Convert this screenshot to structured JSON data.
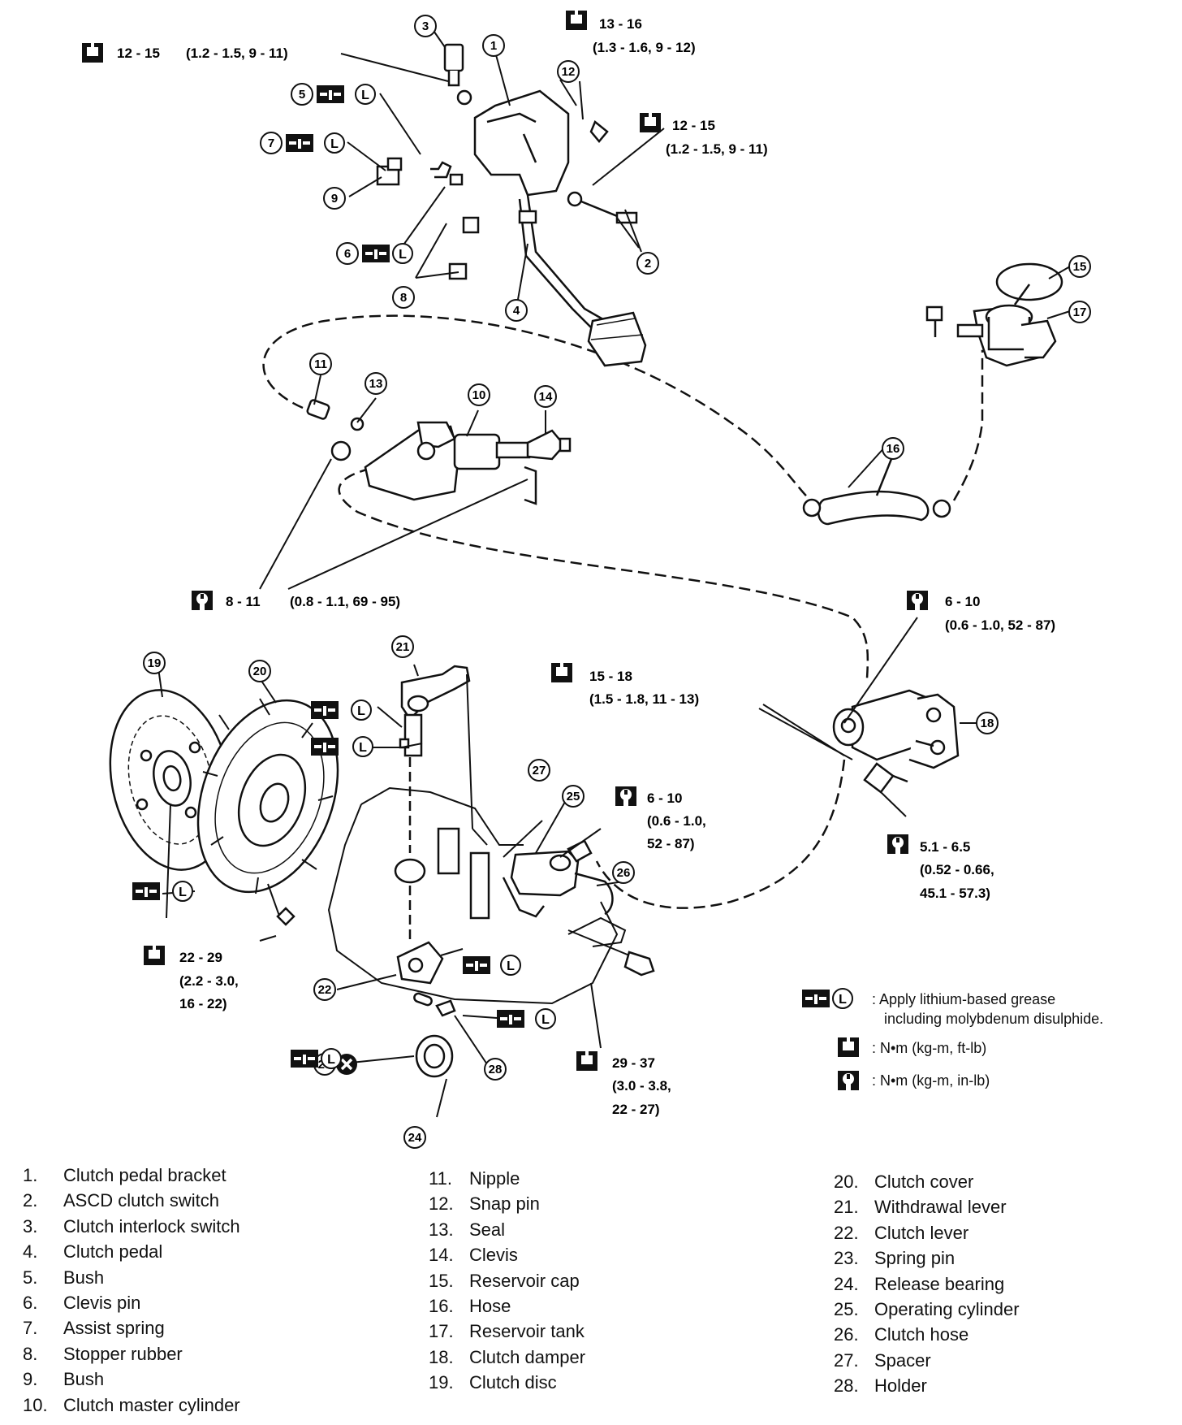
{
  "callouts": [
    "1",
    "2",
    "3",
    "4",
    "5",
    "6",
    "7",
    "8",
    "9",
    "10",
    "11",
    "12",
    "13",
    "14",
    "15",
    "16",
    "17",
    "18",
    "19",
    "20",
    "21",
    "22",
    "23",
    "24",
    "25",
    "26",
    "27",
    "28"
  ],
  "grease_letter": "L",
  "torque_specs": [
    {
      "range": "12 - 15",
      "line2": "(1.2 - 1.5, 9 - 11)",
      "line3": ""
    },
    {
      "range": "13 - 16",
      "line2": "(1.3 - 1.6, 9 - 12)",
      "line3": ""
    },
    {
      "range": "12 - 15",
      "line2": "(1.2 - 1.5, 9 - 11)",
      "line3": ""
    },
    {
      "range": "8 - 11",
      "line2": "(0.8 - 1.1, 69 - 95)",
      "line3": ""
    },
    {
      "range": "6 - 10",
      "line2": "(0.6 - 1.0, 52 - 87)",
      "line3": ""
    },
    {
      "range": "15 - 18",
      "line2": "(1.5 - 1.8, 11 - 13)",
      "line3": ""
    },
    {
      "range": "6 - 10",
      "line2": "(0.6 - 1.0,",
      "line3": "52 - 87)"
    },
    {
      "range": "5.1 - 6.5",
      "line2": "(0.52 - 0.66,",
      "line3": "45.1 - 57.3)"
    },
    {
      "range": "22 - 29",
      "line2": "(2.2 - 3.0,",
      "line3": "16 - 22)"
    },
    {
      "range": "29 - 37",
      "line2": "(3.0 - 3.8,",
      "line3": "22 - 27)"
    }
  ],
  "key": {
    "grease_line1": ": Apply lithium-based grease",
    "grease_line2": "including molybdenum disulphide.",
    "torque_a": ": N•m (kg-m, ft-lb)",
    "torque_b": ": N•m (kg-m, in-lb)"
  },
  "parts": [
    {
      "num": "1.",
      "name": "Clutch pedal bracket"
    },
    {
      "num": "2.",
      "name": "ASCD clutch switch"
    },
    {
      "num": "3.",
      "name": "Clutch interlock switch"
    },
    {
      "num": "4.",
      "name": "Clutch pedal"
    },
    {
      "num": "5.",
      "name": "Bush"
    },
    {
      "num": "6.",
      "name": "Clevis pin"
    },
    {
      "num": "7.",
      "name": "Assist spring"
    },
    {
      "num": "8.",
      "name": "Stopper rubber"
    },
    {
      "num": "9.",
      "name": "Bush"
    },
    {
      "num": "10.",
      "name": "Clutch master cylinder"
    },
    {
      "num": "11.",
      "name": "Nipple"
    },
    {
      "num": "12.",
      "name": "Snap pin"
    },
    {
      "num": "13.",
      "name": "Seal"
    },
    {
      "num": "14.",
      "name": "Clevis"
    },
    {
      "num": "15.",
      "name": "Reservoir cap"
    },
    {
      "num": "16.",
      "name": "Hose"
    },
    {
      "num": "17.",
      "name": "Reservoir tank"
    },
    {
      "num": "18.",
      "name": "Clutch damper"
    },
    {
      "num": "19.",
      "name": "Clutch disc"
    },
    {
      "num": "20.",
      "name": "Clutch cover"
    },
    {
      "num": "21.",
      "name": "Withdrawal lever"
    },
    {
      "num": "22.",
      "name": "Clutch lever"
    },
    {
      "num": "23.",
      "name": "Spring pin"
    },
    {
      "num": "24.",
      "name": "Release bearing"
    },
    {
      "num": "25.",
      "name": "Operating cylinder"
    },
    {
      "num": "26.",
      "name": "Clutch hose"
    },
    {
      "num": "27.",
      "name": "Spacer"
    },
    {
      "num": "28.",
      "name": "Holder"
    }
  ]
}
